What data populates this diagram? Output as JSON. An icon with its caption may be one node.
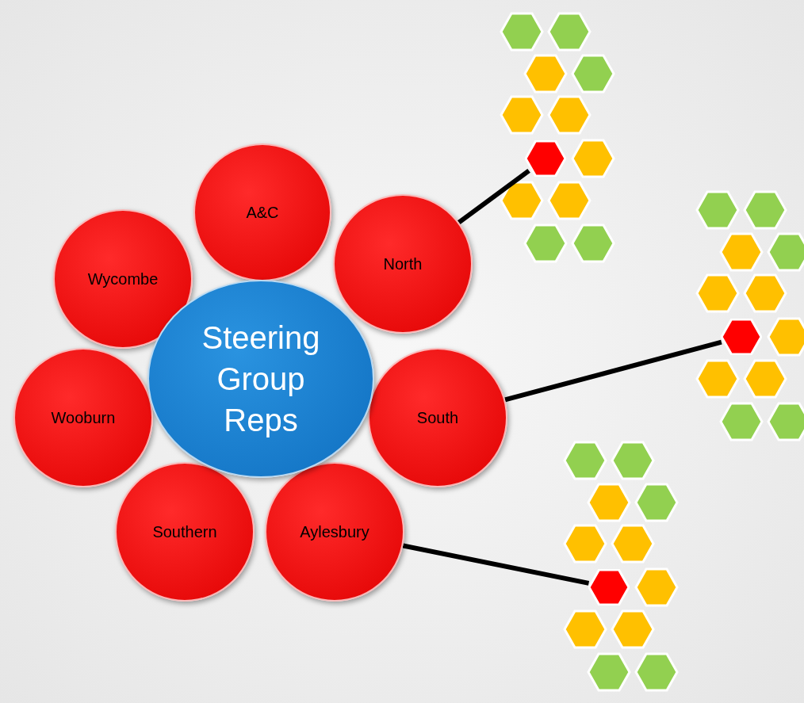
{
  "diagram": {
    "nodes": [
      {
        "text": [
          "Steering Group Reps"
        ]
      },
      {
        "text": [
          "A&C"
        ]
      },
      {
        "text": [
          "North"
        ]
      },
      {
        "text": [
          "South"
        ]
      },
      {
        "text": [
          "Aylesbury"
        ]
      },
      {
        "text": [
          "Southern"
        ]
      },
      {
        "text": [
          "Wooburn"
        ]
      },
      {
        "text": [
          "Wycombe"
        ]
      },
      {
        "text": [],
        "shape": "hexagon"
      },
      {
        "text": [],
        "shape": "hexagon"
      },
      {
        "text": [],
        "shape": "hexagon"
      }
    ],
    "edges": [
      {
        "from": 2,
        "to": 8,
        "arrow": "none"
      },
      {
        "from": 3,
        "to": 9,
        "arrow": "none"
      },
      {
        "from": 4,
        "to": 10,
        "arrow": "none"
      }
    ]
  }
}
